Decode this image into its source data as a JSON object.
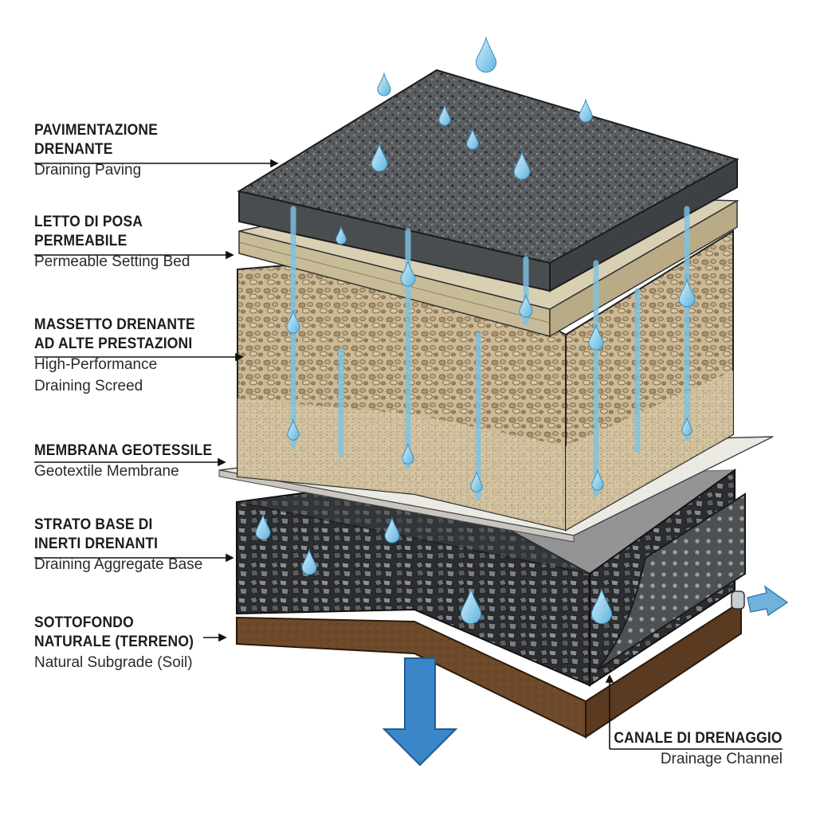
{
  "labels": {
    "paving": {
      "it": [
        "PAVIMENTAZIONE",
        "DRENANTE"
      ],
      "en": [
        "Draining Paving"
      ]
    },
    "setting_bed": {
      "it": [
        "LETTO DI POSA",
        "PERMEABILE"
      ],
      "en": [
        "Permeable Setting Bed"
      ]
    },
    "screed": {
      "it": [
        "MASSETTO DRENANTE",
        "AD ALTE PRESTAZIONI"
      ],
      "en": [
        "High-Performance",
        "Draining Screed"
      ]
    },
    "membrane": {
      "it": [
        "MEMBRANA GEOTESSILE"
      ],
      "en": [
        "Geotextile Membrane"
      ]
    },
    "aggregate": {
      "it": [
        "STRATO BASE DI",
        "INERTI DRENANTI"
      ],
      "en": [
        "Draining Aggregate Base"
      ]
    },
    "subgrade": {
      "it": [
        "SOTTOFONDO",
        "NATURALE (TERRENO)"
      ],
      "en": [
        "Natural Subgrade (Soil)"
      ]
    },
    "channel": {
      "it": [
        "CANALE DI DRENAGGIO"
      ],
      "en": [
        "Drainage Channel"
      ]
    }
  },
  "colors": {
    "water": "#7cc4e6",
    "arrow_blue": "#3b86c8",
    "asphalt": "#55595c",
    "setting_bed": "#cfc4a6",
    "screed": "#cdb995",
    "membrane": "#e6e4de",
    "aggregate": "#3e4144",
    "soil": "#6e4a2a"
  }
}
